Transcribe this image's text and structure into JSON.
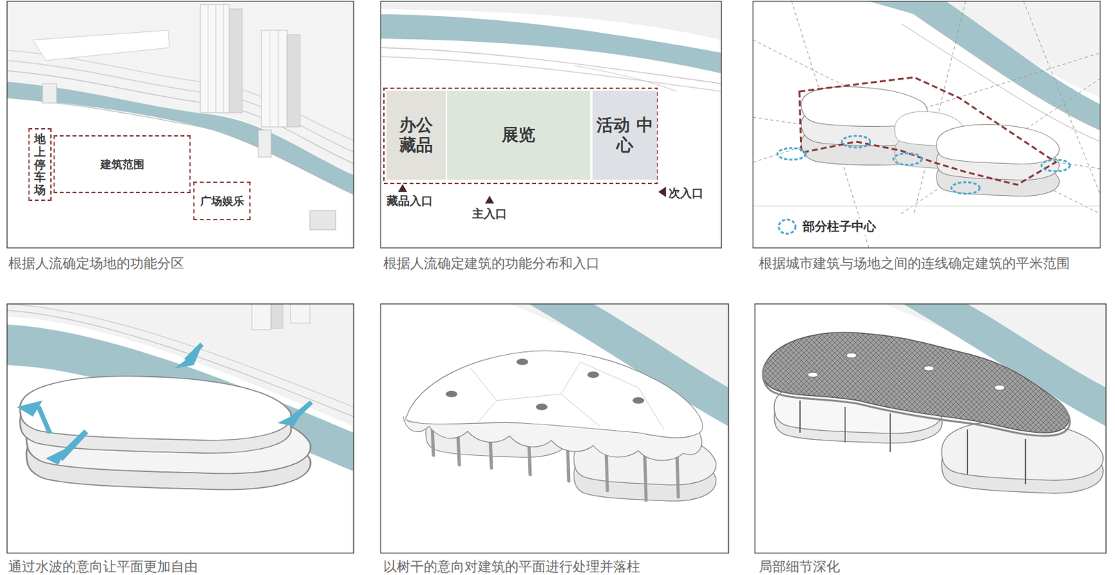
{
  "diagram": {
    "nodes": [
      {
        "text": [
          "地上停车场"
        ]
      },
      {
        "text": [
          "建筑范围"
        ]
      },
      {
        "text": [
          "广场娱乐"
        ]
      },
      {
        "text": [
          "办公 藏品"
        ]
      },
      {
        "text": [
          "展览"
        ]
      },
      {
        "text": [
          "活动 中心"
        ]
      }
    ],
    "edges": [],
    "labels": [
      "藏品入口",
      "主入口",
      "次入口",
      "根据人流确定场地的功能分区",
      "根据人流确定建筑的功能分布和入口",
      "根据城市建筑与场地之间的连线确定建筑的平米范围",
      "通过水波的意向让平面更加自由",
      "以树干的意向对建筑的平面进行处理并落柱",
      "局部细节深化"
    ],
    "legend": [
      {
        "text": "部分柱子中心"
      }
    ]
  }
}
